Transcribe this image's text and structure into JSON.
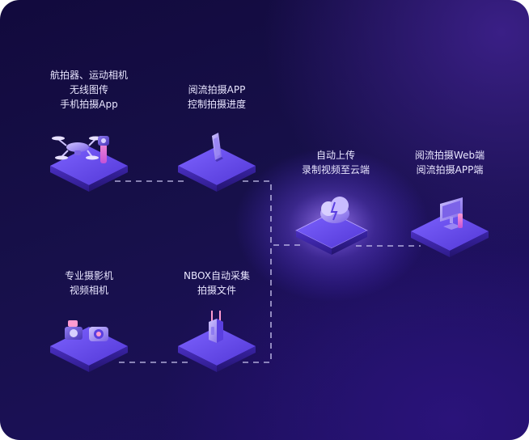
{
  "nodes": {
    "drone": {
      "lines": [
        "航拍器、运动相机",
        "无线图传",
        "手机拍摄App"
      ]
    },
    "phone": {
      "lines": [
        "阅流拍摄APP",
        "控制拍摄进度"
      ]
    },
    "cloud": {
      "lines": [
        "自动上传",
        "录制视频至云端"
      ]
    },
    "web": {
      "lines": [
        "阅流拍摄Web端",
        "阅流拍摄APP端"
      ]
    },
    "camera": {
      "lines": [
        "专业摄影机",
        "视频相机"
      ]
    },
    "nbox": {
      "lines": [
        "NBOX自动采集",
        "拍摄文件"
      ]
    }
  },
  "colors": {
    "background": "#17104a",
    "platform_top": "#6a4ff0",
    "platform_side": "#3b23a8",
    "connector": "#c9c4ef",
    "glow": "#8f6bff"
  }
}
